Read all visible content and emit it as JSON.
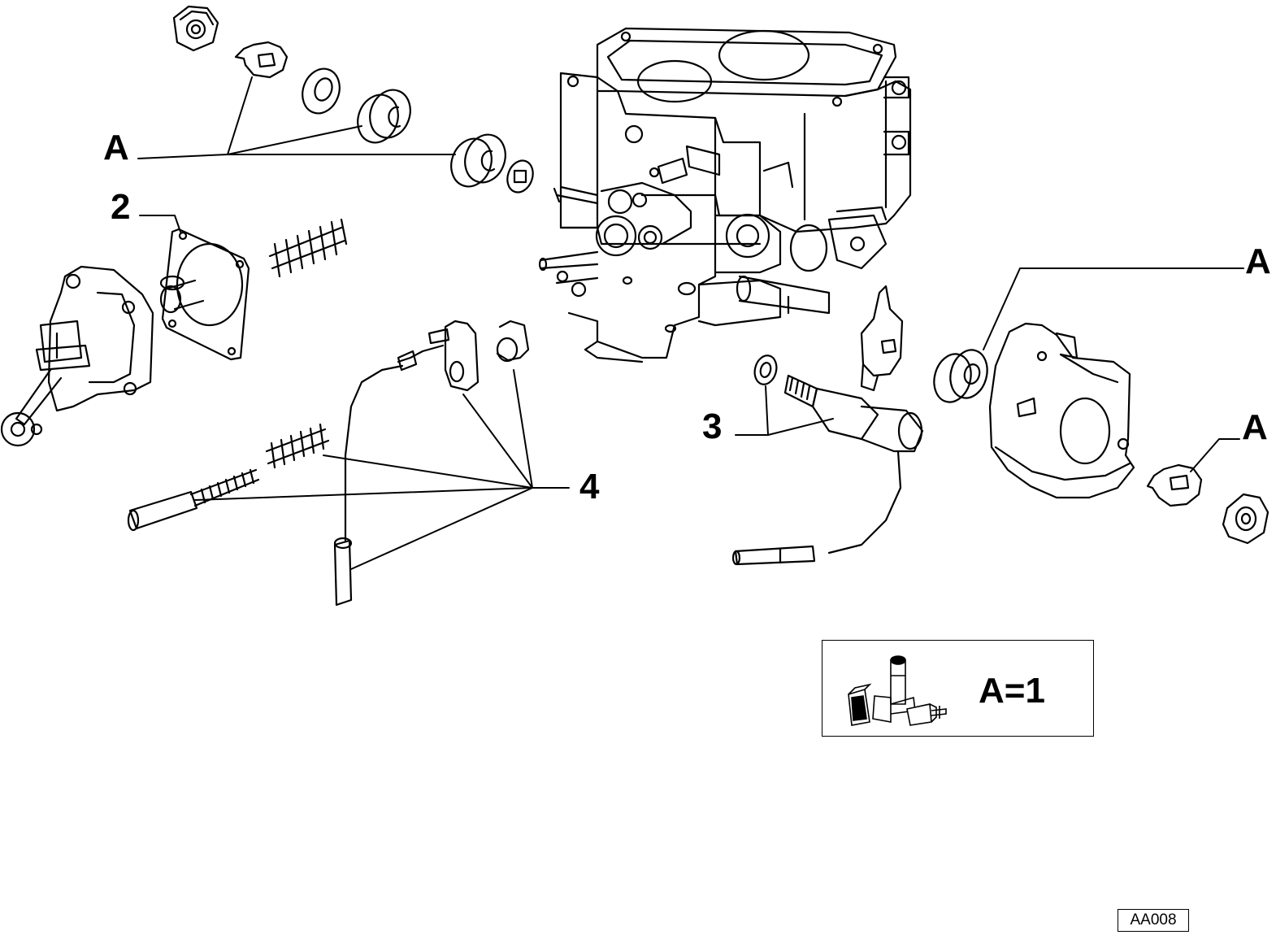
{
  "callouts": {
    "a_top_left": "A",
    "num_2": "2",
    "a_right_upper": "A",
    "a_right_lower": "A",
    "num_3": "3",
    "num_4": "4"
  },
  "legend": {
    "text": "A=1",
    "icon": "parts-kit-icon"
  },
  "figure_code": "AA008"
}
